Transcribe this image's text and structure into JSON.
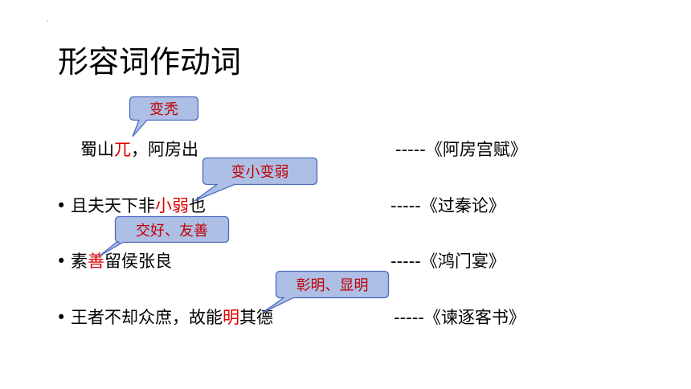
{
  "title": "形容词作动词",
  "mark": "·",
  "lines": [
    {
      "bullet": false,
      "before": "蜀山",
      "highlight": "兀",
      "after": "，阿房出",
      "source": "-----《阿房宫赋》",
      "note": "变秃"
    },
    {
      "bullet": true,
      "before": "且夫天下非",
      "highlight": "小弱",
      "after": "也",
      "source": "-----《过秦论》",
      "note": "变小变弱"
    },
    {
      "bullet": true,
      "before": "素",
      "highlight": "善",
      "after": "留侯张良",
      "source": "-----《鸿门宴》",
      "note": "交好、友善"
    },
    {
      "bullet": true,
      "before": "王者不却众庶，故能",
      "highlight": "明",
      "after": "其德",
      "source": "-----《谏逐客书》",
      "note": "彰明、显明"
    }
  ],
  "colors": {
    "highlight": "#e00000",
    "callout_fill": "#aebfe6",
    "callout_stroke": "#4a6bbf",
    "callout_text": "#c00000"
  }
}
